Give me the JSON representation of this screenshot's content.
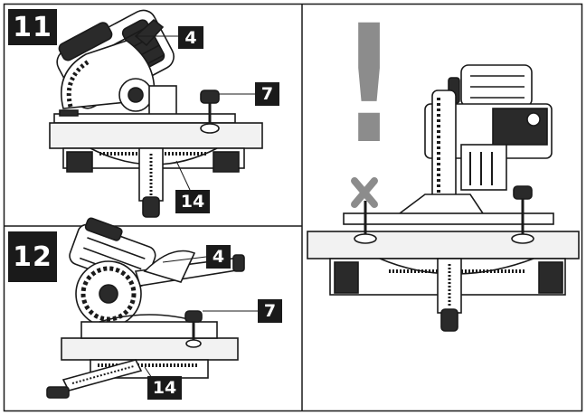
{
  "panels": {
    "step11": {
      "step": "11",
      "callouts": {
        "c4": "4",
        "c7": "7",
        "c14": "14"
      }
    },
    "step12": {
      "step": "12",
      "callouts": {
        "c4": "4",
        "c7": "7",
        "c14": "14"
      }
    },
    "warning": {
      "symbol": "!",
      "symbol_color": "#8c8c8c",
      "cross_color": "#8c8c8c"
    }
  },
  "colors": {
    "ink": "#1a1a1a",
    "frame": "#1a1a1a",
    "workbench": "#f2f2f2"
  }
}
